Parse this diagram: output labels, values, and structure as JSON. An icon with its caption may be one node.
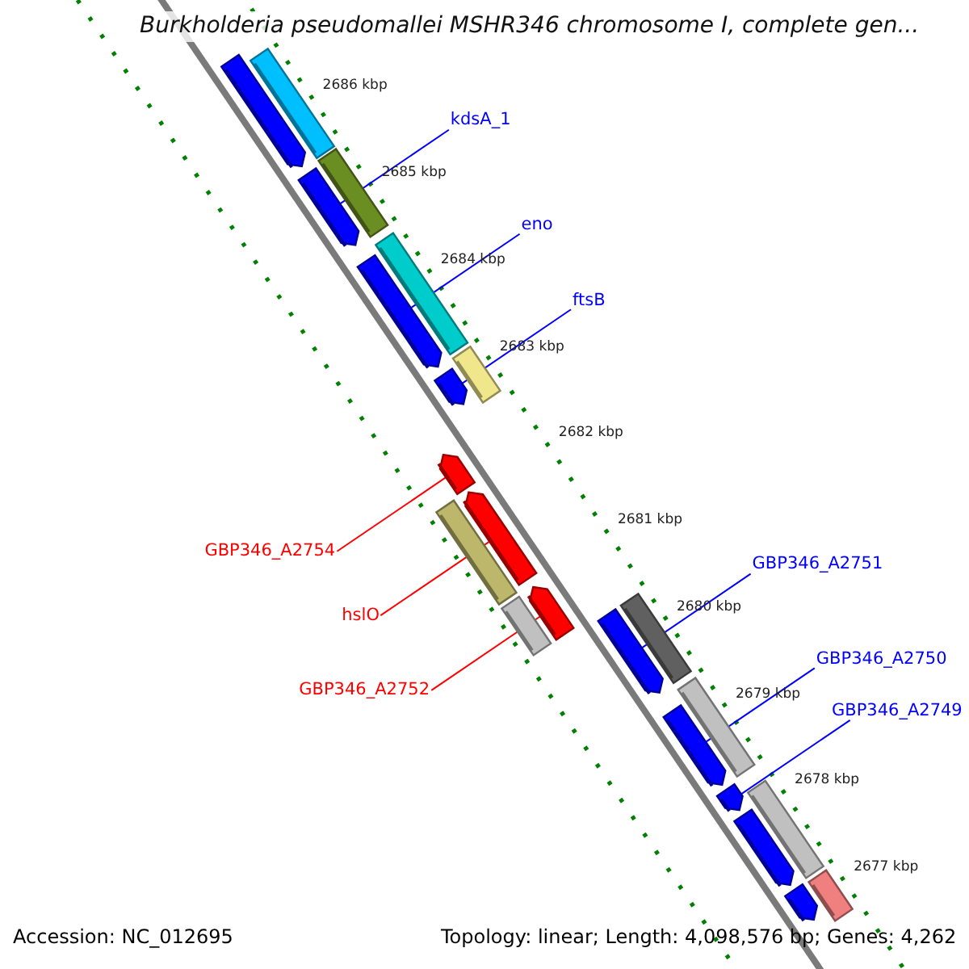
{
  "diagram": {
    "title": "Burkholderia pseudomallei MSHR346 chromosome I, complete gen...",
    "nodes": [
      {
        "text": [
          "kdsA_1"
        ]
      },
      {
        "text": [],
        "shape": "bar"
      },
      {
        "text": [
          "eno"
        ]
      },
      {
        "text": [],
        "shape": "bar"
      },
      {
        "text": [
          "ftsB"
        ]
      },
      {
        "text": [],
        "shape": "bar"
      },
      {
        "text": [
          "GBP346_A2754"
        ]
      },
      {
        "text": [],
        "shape": "bar"
      },
      {
        "text": [
          "GBP346_A2751"
        ]
      },
      {
        "text": [],
        "shape": "bar"
      },
      {
        "text": [
          "hslO"
        ]
      },
      {
        "text": [],
        "shape": "bar"
      },
      {
        "text": [
          "GBP346_A2750"
        ]
      },
      {
        "text": [],
        "shape": "bar"
      },
      {
        "text": [
          "GBP346_A2752"
        ]
      },
      {
        "text": [],
        "shape": "bar"
      },
      {
        "text": [
          "GBP346_A2749"
        ]
      },
      {
        "text": [],
        "shape": "bar"
      },
      {
        "text": [],
        "shape": "bar"
      },
      {
        "text": [],
        "shape": "bar"
      },
      {
        "text": [],
        "shape": "bar"
      },
      {
        "text": [],
        "shape": "bar"
      },
      {
        "text": [],
        "shape": "bar"
      },
      {
        "text": [],
        "shape": "bar"
      },
      {
        "text": [],
        "shape": "bar"
      },
      {
        "text": [],
        "shape": "bar"
      },
      {
        "text": [],
        "shape": "bar"
      },
      {
        "text": [],
        "shape": "bar"
      },
      {
        "text": [],
        "shape": "bar"
      },
      {
        "text": [],
        "shape": "bar"
      },
      {
        "text": [],
        "shape": "bar"
      }
    ],
    "edges": [
      {
        "from": 0,
        "to": 1,
        "arrow": "none",
        "color": "#0000ff"
      },
      {
        "from": 2,
        "to": 3,
        "arrow": "none",
        "color": "#0000ff"
      },
      {
        "from": 4,
        "to": 5,
        "arrow": "none",
        "color": "#0000ff"
      },
      {
        "from": 6,
        "to": 7,
        "arrow": "none",
        "color": "#ff0000"
      },
      {
        "from": 8,
        "to": 9,
        "arrow": "none",
        "color": "#0000ff"
      },
      {
        "from": 10,
        "to": 11,
        "arrow": "none",
        "color": "#ff0000"
      },
      {
        "from": 12,
        "to": 13,
        "arrow": "none",
        "color": "#0000ff"
      },
      {
        "from": 14,
        "to": 15,
        "arrow": "none",
        "color": "#ff0000"
      },
      {
        "from": 16,
        "to": 17,
        "arrow": "none",
        "color": "#0000ff"
      }
    ],
    "labels": [
      "2686 kbp",
      "2685 kbp",
      "2684 kbp",
      "2683 kbp",
      "2682 kbp",
      "2681 kbp",
      "2680 kbp",
      "2679 kbp",
      "2678 kbp",
      "2677 kbp",
      "Accession: NC_012695",
      "Topology: linear; Length: 4,098,576 bp; Genes: 4,262"
    ]
  }
}
